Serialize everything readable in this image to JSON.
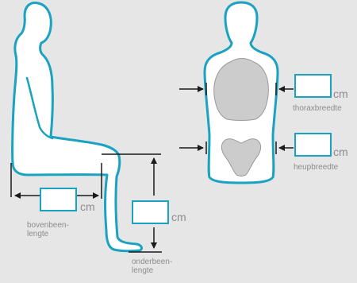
{
  "colors": {
    "background": "#e6e6e6",
    "outline": "#1aa3c1",
    "arrows": "#1a1a1a",
    "label_text": "#8c8c8c",
    "organs": "#cccccc"
  },
  "unit": "cm",
  "measurements": {
    "upper_leg": {
      "lines": [
        "bovenbeen-",
        "lengte"
      ]
    },
    "lower_leg": {
      "lines": [
        "onderbeen-",
        "lengte"
      ]
    },
    "chest_width": {
      "label": "thoraxbreedte"
    },
    "hip_width": {
      "label": "heupbreedte"
    }
  }
}
